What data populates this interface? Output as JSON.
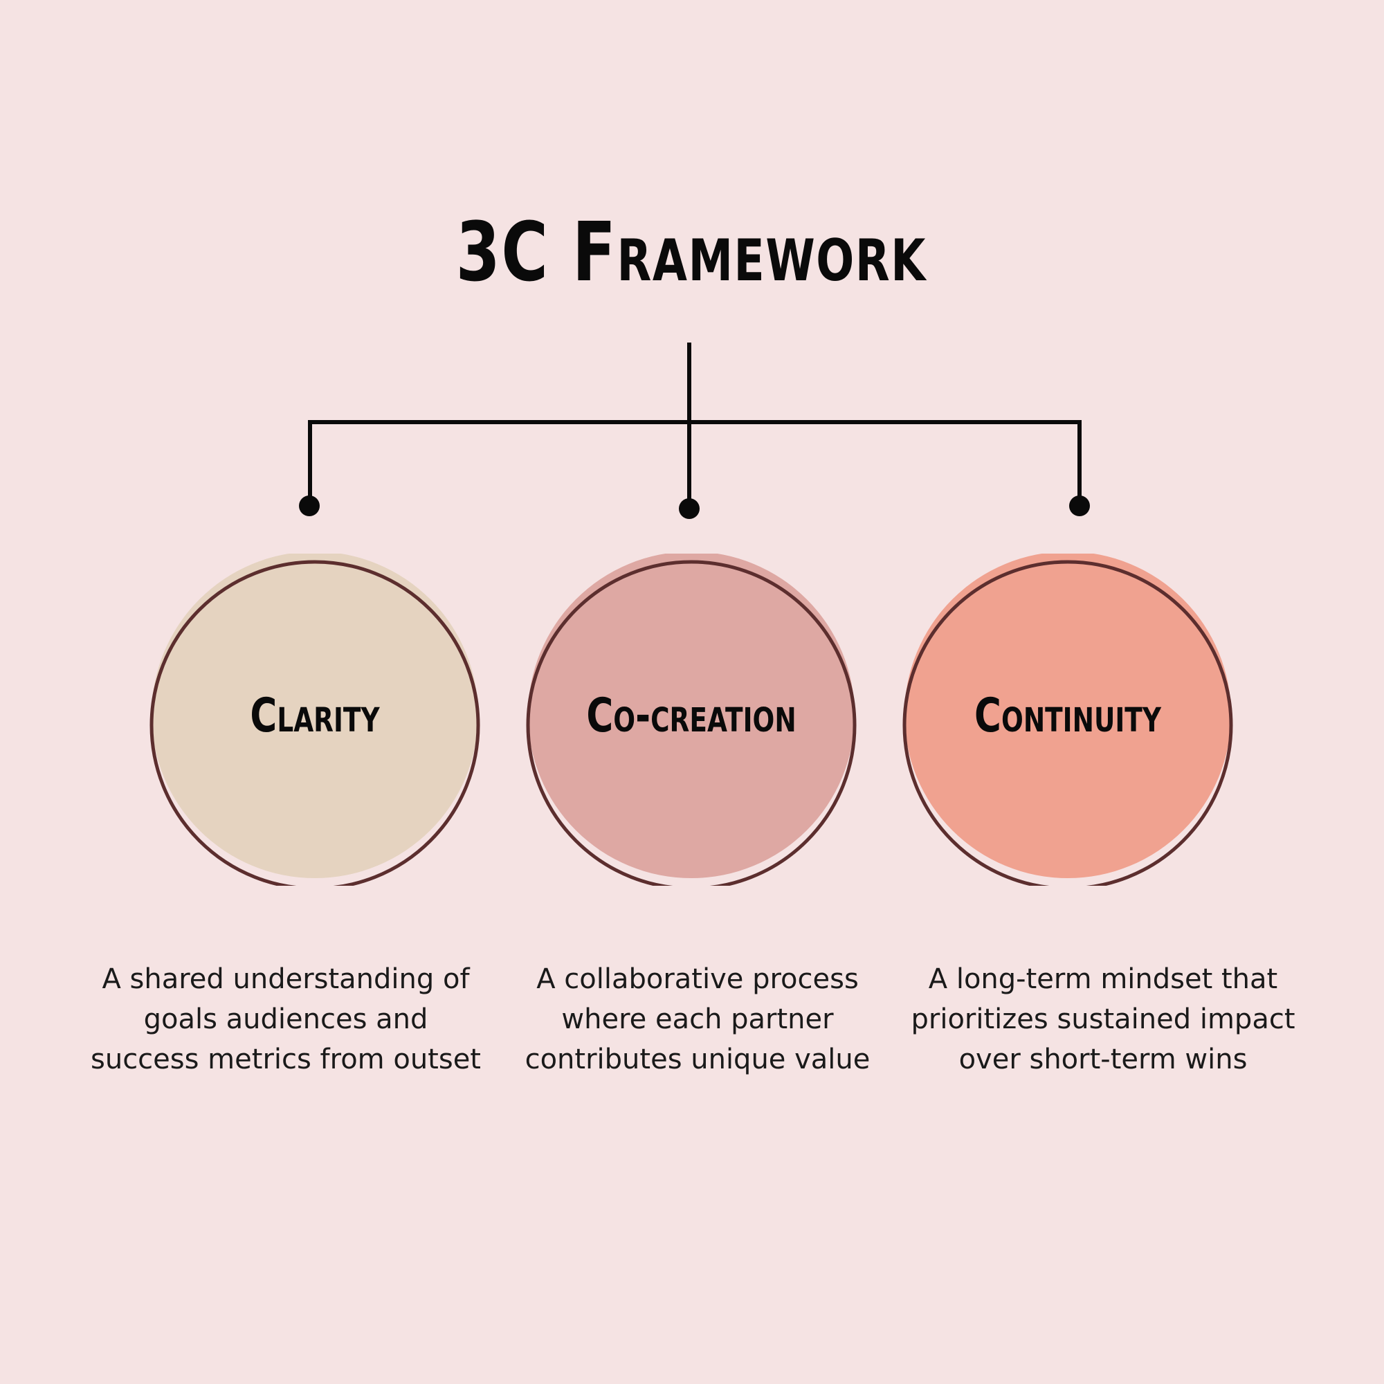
{
  "title": "3C Framework",
  "colors": {
    "background": "#f5e3e3",
    "stroke": "#5c2e2e",
    "clarity": "#e5d3c0",
    "cocreation": "#dea8a3",
    "continuity": "#f0a290"
  },
  "nodes": [
    {
      "label": "Clarity",
      "desc": [
        "A shared understanding of",
        "goals audiences and",
        "success metrics from outset"
      ]
    },
    {
      "label": "Co-creation",
      "desc": [
        "A collaborative process",
        "where each partner",
        "contributes unique value"
      ]
    },
    {
      "label": "Continuity",
      "desc": [
        "A long-term mindset that",
        "prioritizes sustained impact",
        "over short-term wins"
      ]
    }
  ]
}
